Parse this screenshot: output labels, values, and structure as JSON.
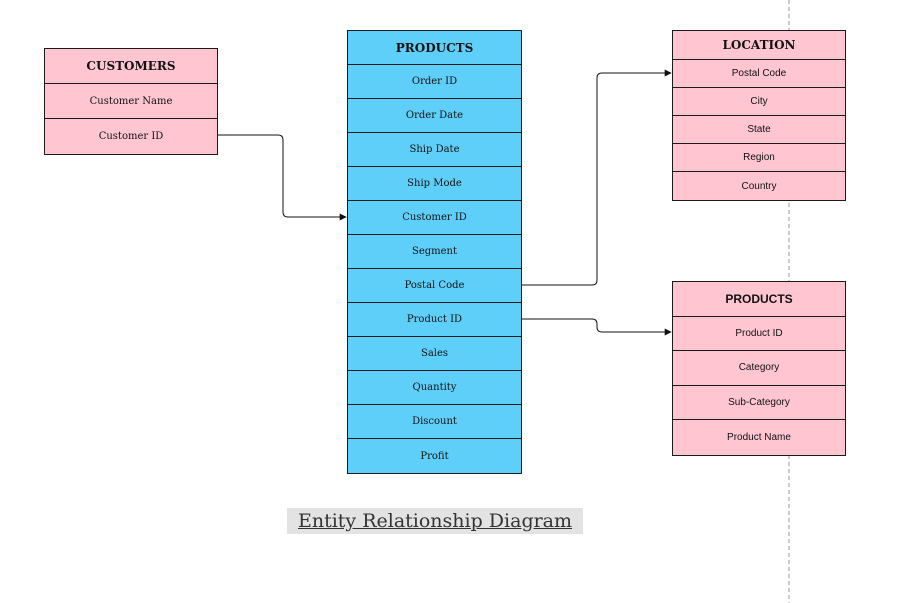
{
  "entities": {
    "customers": {
      "title": "CUSTOMERS",
      "fields": [
        "Customer Name",
        "Customer ID"
      ]
    },
    "products_main": {
      "title": "PRODUCTS",
      "fields": [
        "Order ID",
        "Order Date",
        "Ship Date",
        "Ship Mode",
        "Customer ID",
        "Segment",
        "Postal Code",
        "Product ID",
        "Sales",
        "Quantity",
        "Discount",
        "Profit"
      ]
    },
    "location": {
      "title": "LOCATION",
      "fields": [
        "Postal Code",
        "City",
        "State",
        "Region",
        "Country"
      ]
    },
    "products_cat": {
      "title": "PRODUCTS",
      "fields": [
        "Product ID",
        "Category",
        "Sub-Category",
        "Product Name"
      ]
    }
  },
  "caption": "Entity Relationship Diagram",
  "colors": {
    "entity_pink": "#ffc6d2",
    "entity_blue": "#5ecff8",
    "border": "#1a1a1a"
  }
}
